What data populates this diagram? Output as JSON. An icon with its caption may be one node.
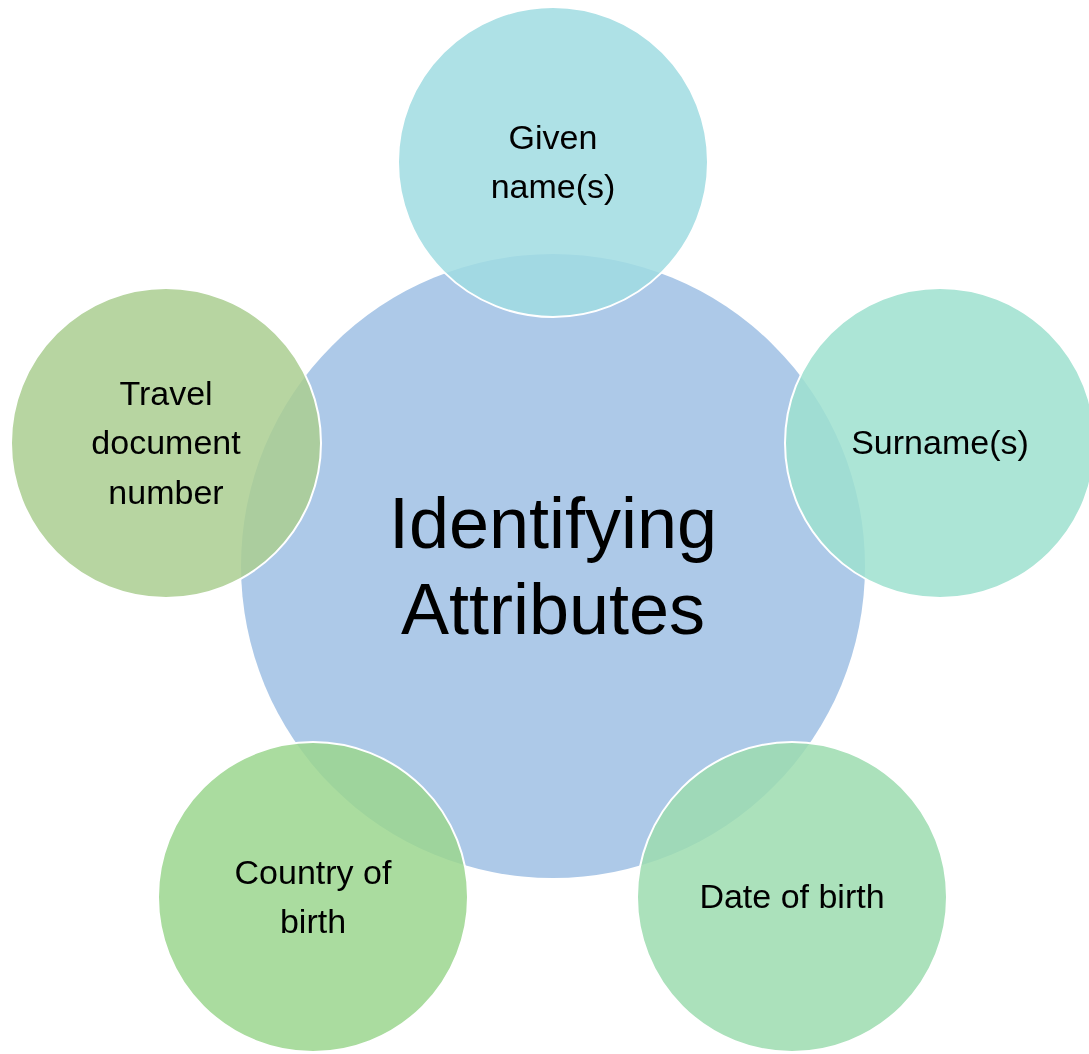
{
  "diagram": {
    "nodes": [
      {
        "text": [
          "Identifying Attributes"
        ]
      },
      {
        "text": [
          "Given name(s)"
        ]
      },
      {
        "text": [
          "Surname(s)"
        ]
      },
      {
        "text": [
          "Date of birth"
        ]
      },
      {
        "text": [
          "Country of birth"
        ]
      },
      {
        "text": [
          "Travel document number"
        ]
      }
    ]
  }
}
